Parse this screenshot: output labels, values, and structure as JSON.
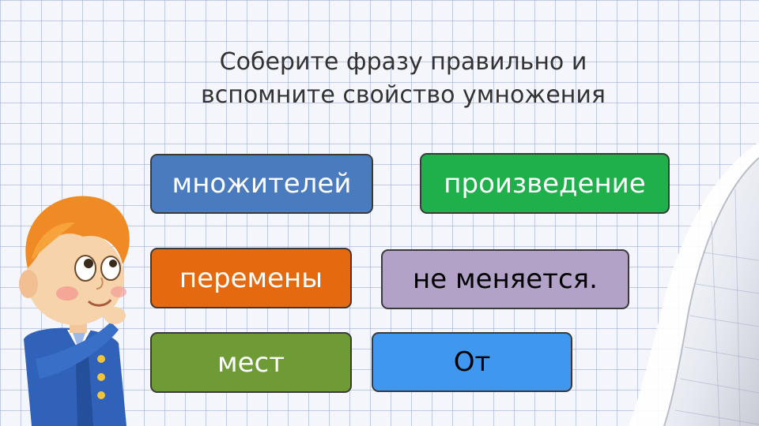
{
  "title": {
    "line1": "Соберите фразу правильно и",
    "line2": "вспомните свойство умножения"
  },
  "cards": [
    {
      "id": "mnozhiteley",
      "label": "множителей",
      "bg": "#4a7bbf",
      "fg": "#ffffff"
    },
    {
      "id": "proizvedenie",
      "label": "произведение",
      "bg": "#1faf4b",
      "fg": "#ffffff"
    },
    {
      "id": "peremeny",
      "label": "перемены",
      "bg": "#e56a0f",
      "fg": "#ffffff"
    },
    {
      "id": "ne-menyaetsya",
      "label": "не меняется.",
      "bg": "#b3a2c7",
      "fg": "#000000"
    },
    {
      "id": "mest",
      "label": "мест",
      "bg": "#6f9b37",
      "fg": "#ffffff"
    },
    {
      "id": "ot",
      "label": "От",
      "bg": "#3f97ef",
      "fg": "#000000"
    }
  ],
  "decor": {
    "character": "cartoon-boy-thinking",
    "page_curl": "curled-page-corner"
  }
}
